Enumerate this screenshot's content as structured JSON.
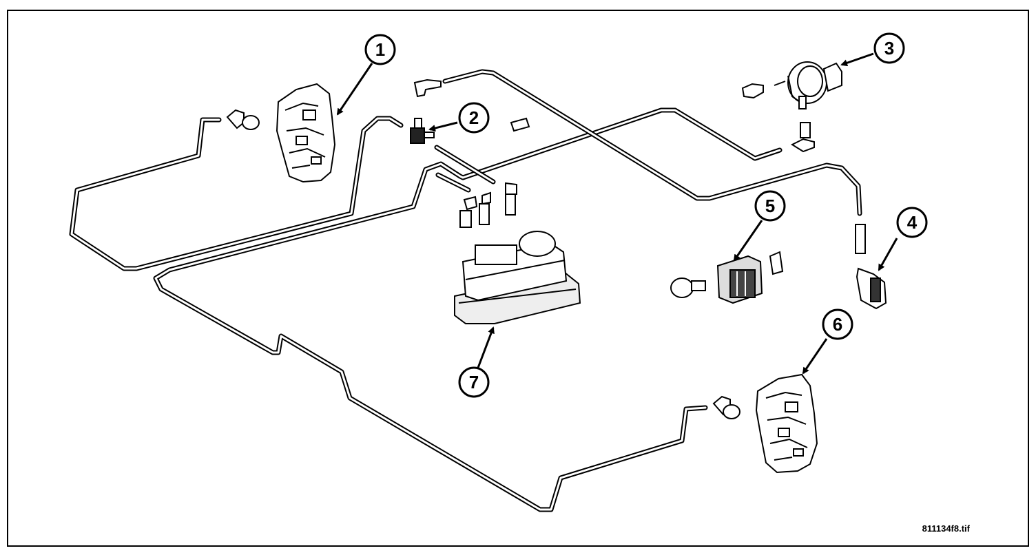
{
  "diagram": {
    "callouts": [
      {
        "label": "1"
      },
      {
        "label": "2"
      },
      {
        "label": "3"
      },
      {
        "label": "4"
      },
      {
        "label": "5"
      },
      {
        "label": "6"
      },
      {
        "label": "7"
      }
    ],
    "file_id": "811134f8.tif"
  }
}
